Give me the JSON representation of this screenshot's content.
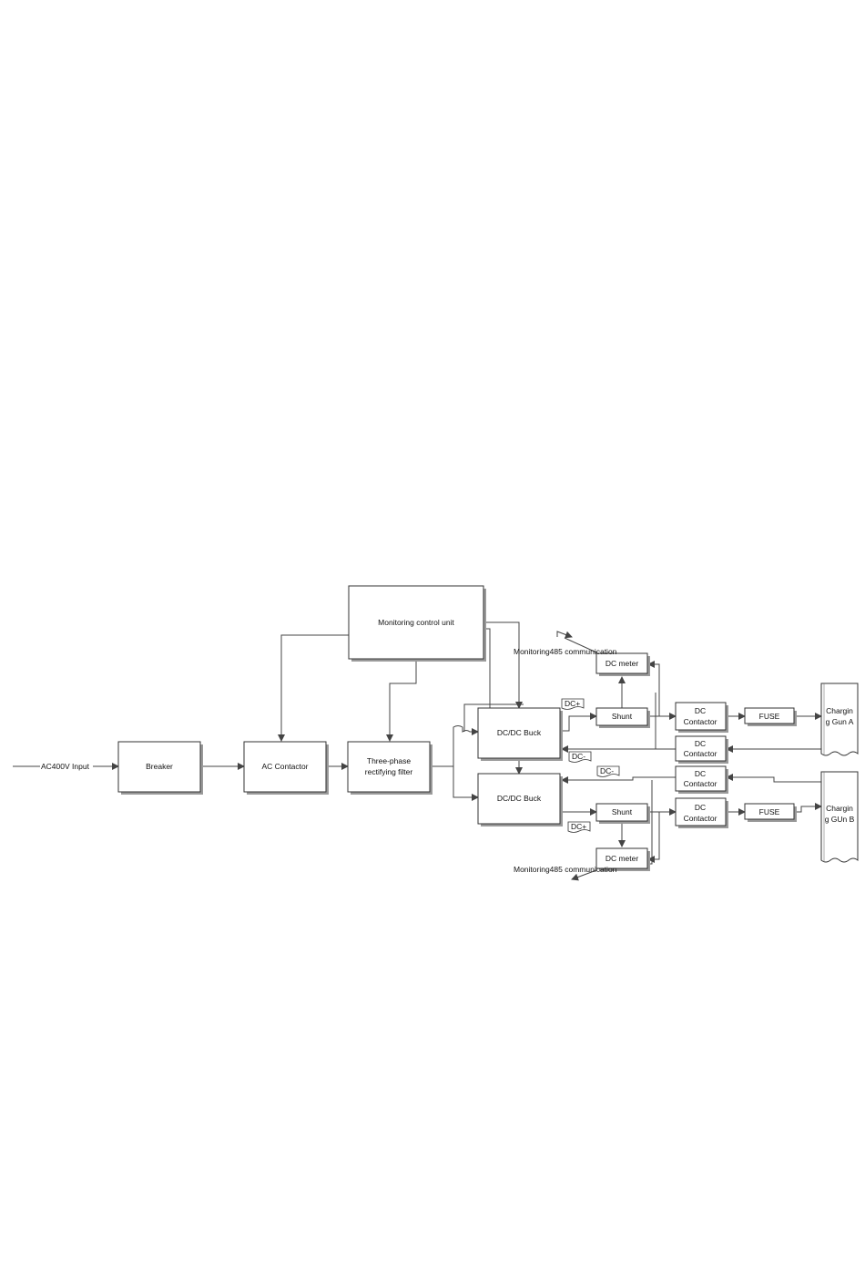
{
  "diagram": {
    "input_label": "AC400V Input",
    "breaker": "Breaker",
    "ac_contactor": "AC Contactor",
    "rectifier": [
      "Three-phase",
      "rectifying filter"
    ],
    "monitoring_unit": "Monitoring control unit",
    "buck_a": "DC/DC Buck",
    "buck_b": "DC/DC Buck",
    "shunt_a": "Shunt",
    "shunt_b": "Shunt",
    "meter_a": "DC meter",
    "meter_b": "DC meter",
    "comm_a": "Monitoring485 communication",
    "comm_b": "Monitoring485 communication",
    "dcplus_a": "DC+",
    "dcminus_a": "DC-",
    "dcminus_b": "DC-",
    "dcplus_b": "DC+",
    "contactor_a_pos": [
      "DC",
      "Contactor"
    ],
    "contactor_a_neg": [
      "DC",
      "Contactor"
    ],
    "contactor_b_neg": [
      "DC",
      "Contactor"
    ],
    "contactor_b_pos": [
      "DC",
      "Contactor"
    ],
    "fuse_a": "FUSE",
    "fuse_b": "FUSE",
    "gun_a": [
      "Chargin",
      "g Gun A"
    ],
    "gun_b": [
      "Chargin",
      "g GUn B"
    ]
  }
}
